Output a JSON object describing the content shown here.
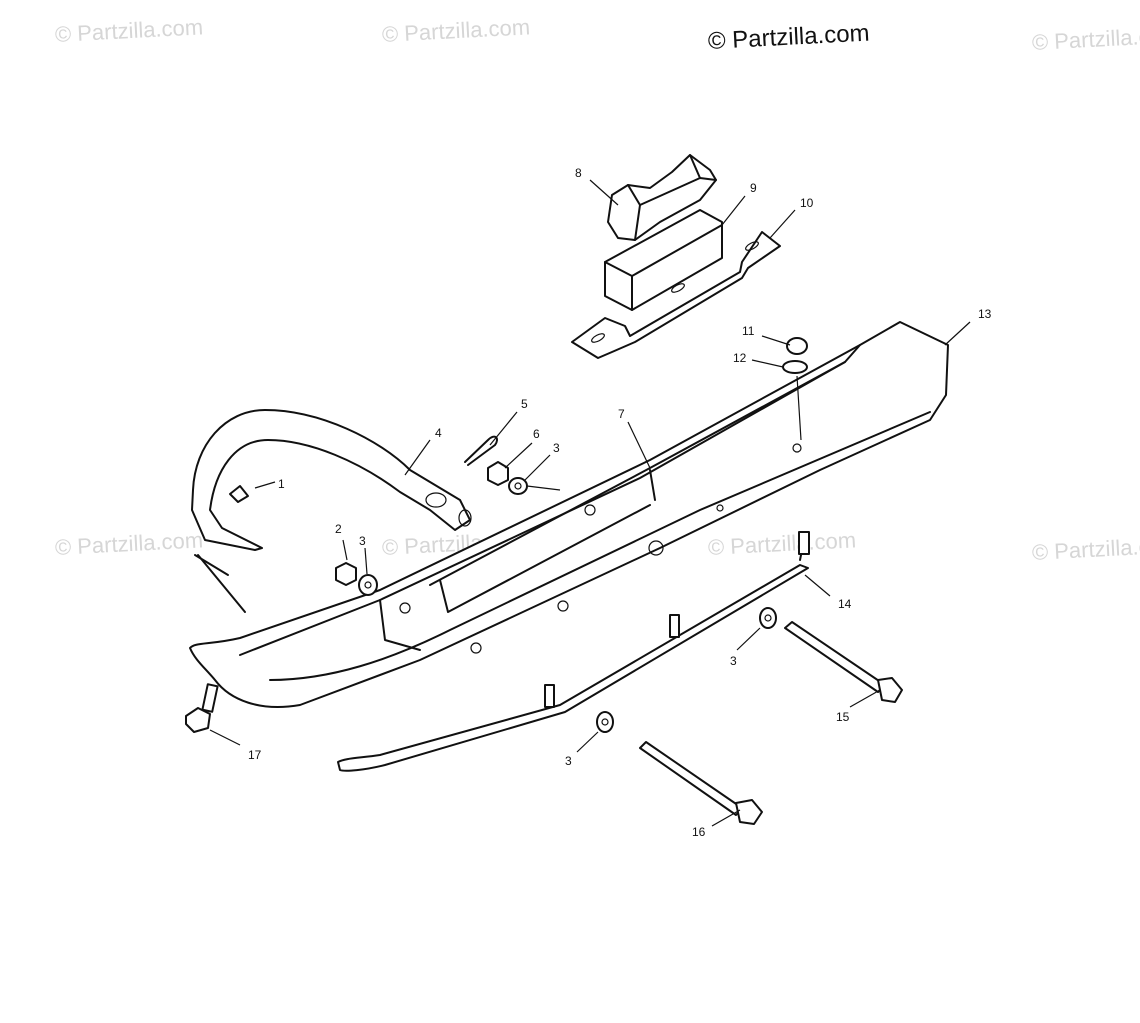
{
  "watermark": {
    "text": "© Partzilla.com"
  },
  "brand": {
    "text": "© Partzilla.com"
  },
  "callouts": {
    "c1": "1",
    "c2": "2",
    "c3a": "3",
    "c3b": "3",
    "c3c": "3",
    "c3d": "3",
    "c4": "4",
    "c5": "5",
    "c6": "6",
    "c7": "7",
    "c8": "8",
    "c9": "9",
    "c10": "10",
    "c11": "11",
    "c12": "12",
    "c13": "13",
    "c14": "14",
    "c15": "15",
    "c16": "16",
    "c17": "17"
  }
}
